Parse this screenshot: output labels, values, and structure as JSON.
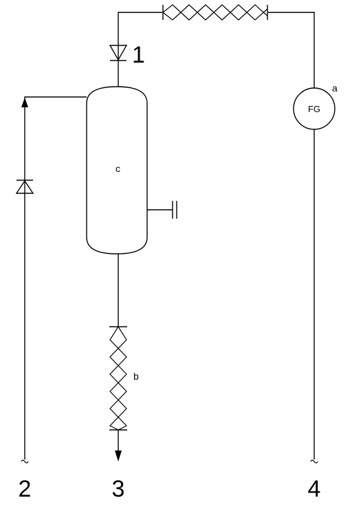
{
  "labels": {
    "valve_top": "1",
    "line_left": "2",
    "line_bottom": "3",
    "line_right": "4",
    "flowmeter_ref": "a",
    "lower_hose_ref": "b",
    "vessel_ref": "c",
    "flowmeter_text": "FG"
  }
}
